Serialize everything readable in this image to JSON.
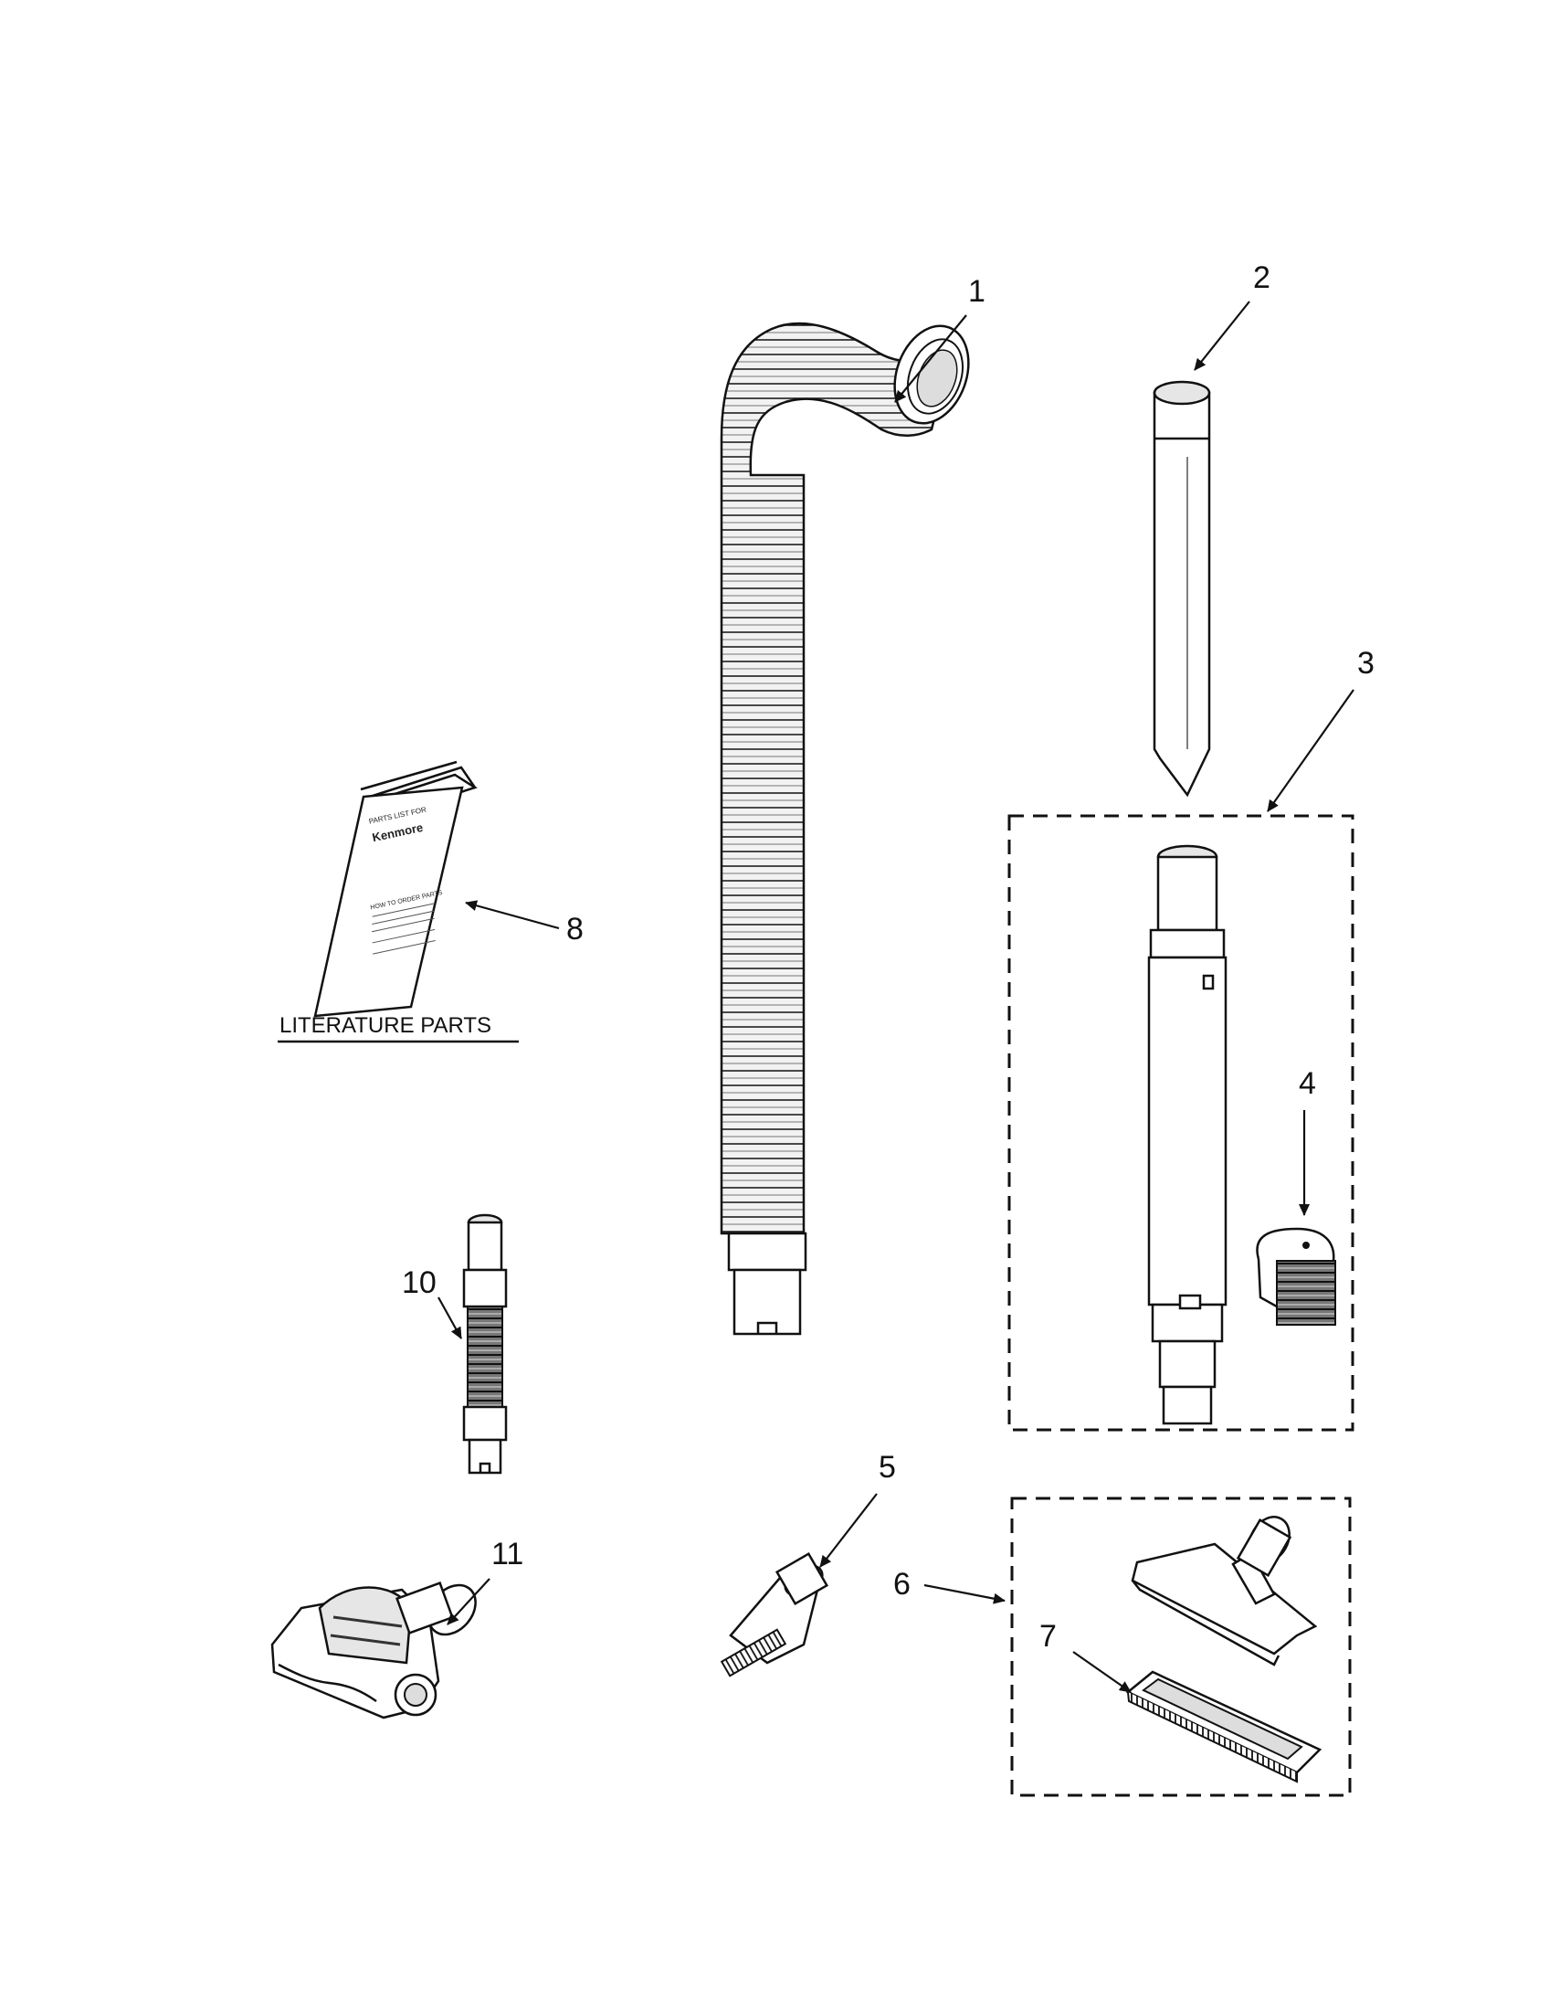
{
  "diagram": {
    "section_title": "LITERATURE PARTS",
    "booklet": {
      "line1": "PARTS LIST FOR",
      "line2": "Kenmore",
      "line3": "HOW TO ORDER PARTS"
    },
    "callouts": [
      "1",
      "2",
      "3",
      "4",
      "5",
      "6",
      "7",
      "8",
      "10",
      "11"
    ]
  }
}
